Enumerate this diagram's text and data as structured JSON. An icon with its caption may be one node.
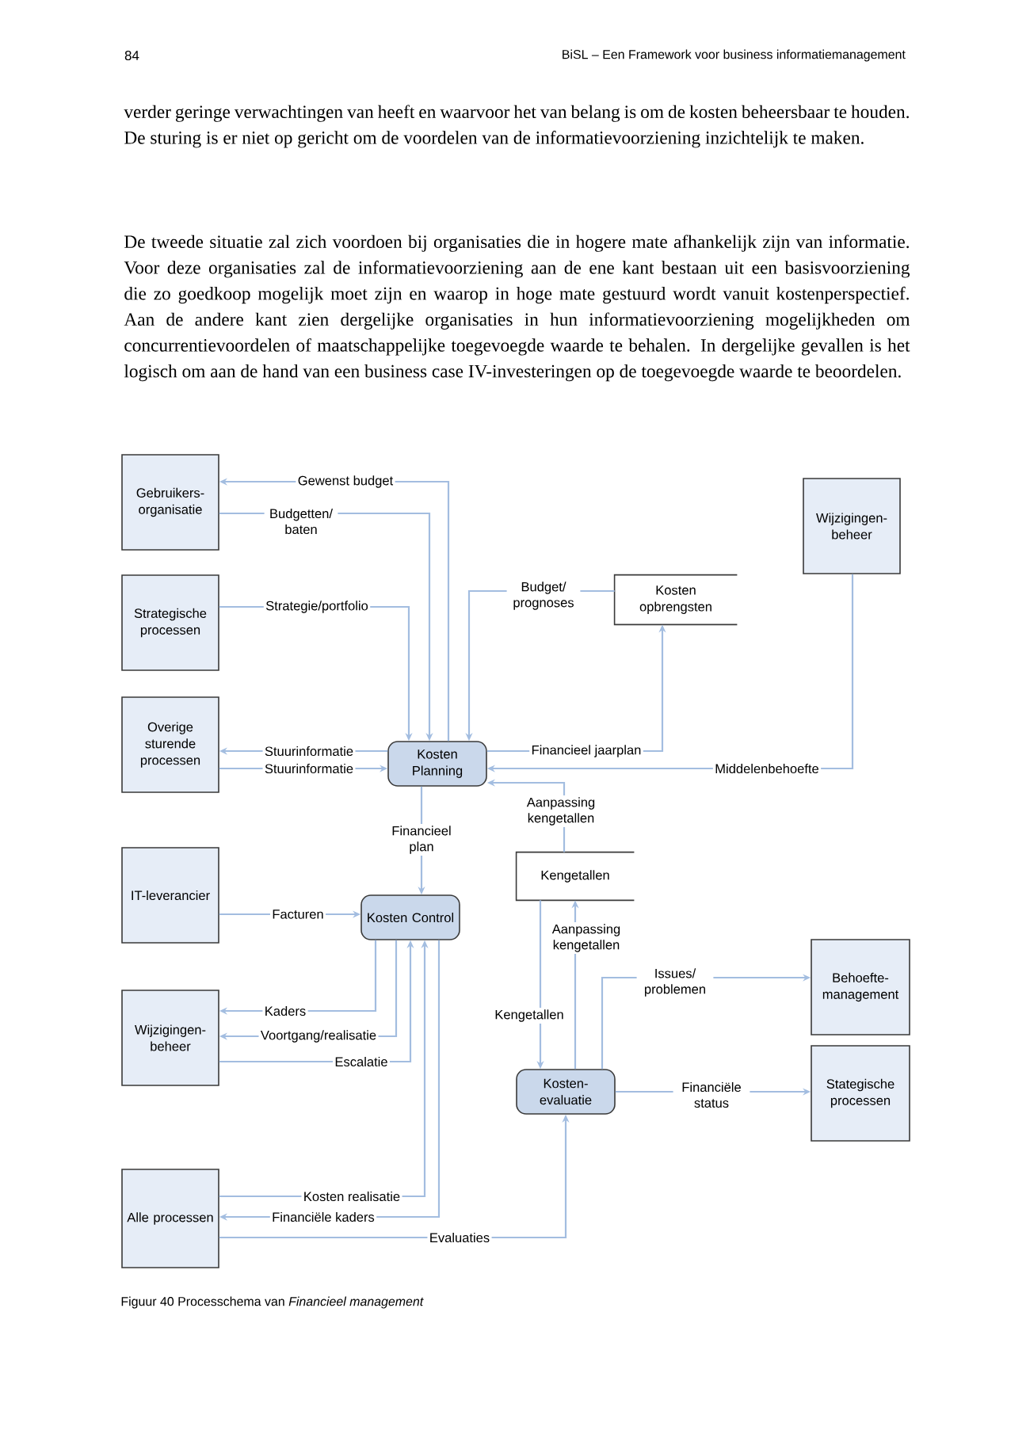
{
  "diagram": {
    "caption": "Figuur 40 Processchema van *Financieel management*",
    "nodes": [
      {
        "text": [
          "Gebruikers-organisatie"
        ]
      },
      {
        "text": [
          "Strategische processen"
        ]
      },
      {
        "text": [
          "Overige sturende processen"
        ]
      },
      {
        "text": [
          "Kosten Planning"
        ]
      },
      {
        "text": [
          "Kosten opbrengsten"
        ]
      },
      {
        "text": [
          "Wijzigingen-beheer"
        ]
      },
      {
        "text": [
          "IT-leverancier"
        ]
      },
      {
        "text": [
          "Kosten Control"
        ]
      },
      {
        "text": [
          "Kengetallen"
        ]
      },
      {
        "text": [
          "Wijzigingen-beheer"
        ]
      },
      {
        "text": [
          "Behoefte-management"
        ]
      },
      {
        "text": [
          "Stategische processen"
        ]
      },
      {
        "text": [
          "Kosten-evaluatie"
        ]
      },
      {
        "text": [
          "Alle processen"
        ]
      }
    ],
    "edges": [
      {
        "from": 3,
        "to": 0,
        "arrow": "to",
        "label": "Gewenst budget"
      },
      {
        "from": 0,
        "to": 3,
        "arrow": "to",
        "label": "Budgetten/ baten"
      },
      {
        "from": 1,
        "to": 3,
        "arrow": "to",
        "label": "Strategie/portfolio"
      },
      {
        "from": 4,
        "to": 3,
        "arrow": "to",
        "label": "Budget/ prognoses"
      },
      {
        "from": 3,
        "to": 2,
        "arrow": "to",
        "label": "Stuurinformatie"
      },
      {
        "from": 2,
        "to": 3,
        "arrow": "to",
        "label": "Stuurinformatie"
      },
      {
        "from": 3,
        "to": 4,
        "arrow": "to",
        "label": "Financieel jaarplan"
      },
      {
        "from": 5,
        "to": 3,
        "arrow": "to",
        "label": "Middelenbehoefte"
      },
      {
        "from": 8,
        "to": 3,
        "arrow": "to",
        "label": "Aanpassing kengetallen"
      },
      {
        "from": 3,
        "to": 7,
        "arrow": "to",
        "label": "Financieel plan"
      },
      {
        "from": 6,
        "to": 7,
        "arrow": "to",
        "label": "Facturen"
      },
      {
        "from": 7,
        "to": 9,
        "arrow": "to",
        "label": "Kaders"
      },
      {
        "from": 7,
        "to": 9,
        "arrow": "to",
        "label": "Voortgang/realisatie"
      },
      {
        "from": 9,
        "to": 7,
        "arrow": "to",
        "label": "Escalatie"
      },
      {
        "from": 13,
        "to": 7,
        "arrow": "to",
        "label": "Kosten realisatie"
      },
      {
        "from": 7,
        "to": 13,
        "arrow": "to",
        "label": "Financiële kaders"
      },
      {
        "from": 13,
        "to": 12,
        "arrow": "to",
        "label": "Evaluaties"
      },
      {
        "from": 8,
        "to": 12,
        "arrow": "to",
        "label": "Kengetallen"
      },
      {
        "from": 12,
        "to": 8,
        "arrow": "to",
        "label": "Aanpassing kengetallen"
      },
      {
        "from": 12,
        "to": 10,
        "arrow": "to",
        "label": "Issues/ problemen"
      },
      {
        "from": 12,
        "to": 11,
        "arrow": "to",
        "label": "Financiële status"
      }
    ],
    "labels": [
      "84",
      "BiSL – Een Framework voor business informatiemanagement",
      "verder geringe verwachtingen van heeft en waarvoor het van belang is om de kosten beheersbaar te houden. De sturing is er niet op gericht om de voordelen van de informatievoorziening inzichtelijk te maken.",
      "De tweede situatie zal zich voordoen bij organisaties die in hogere mate afhankelijk zijn van informatie. Voor deze organisaties zal de informatievoorziening aan de ene kant bestaan uit een basisvoorziening die zo goedkoop mogelijk moet zijn en waarop in hoge mate gestuurd wordt vanuit kostenperspectief. Aan de andere kant zien dergelijke organisaties in hun informatievoorziening mogelijkheden om concurrentievoordelen of maatschappelijke toegevoegde waarde te behalen. In dergelijke gevallen is het logisch om aan de hand van een business case IV-investeringen op de toegevoegde waarde te beoordelen."
    ]
  }
}
